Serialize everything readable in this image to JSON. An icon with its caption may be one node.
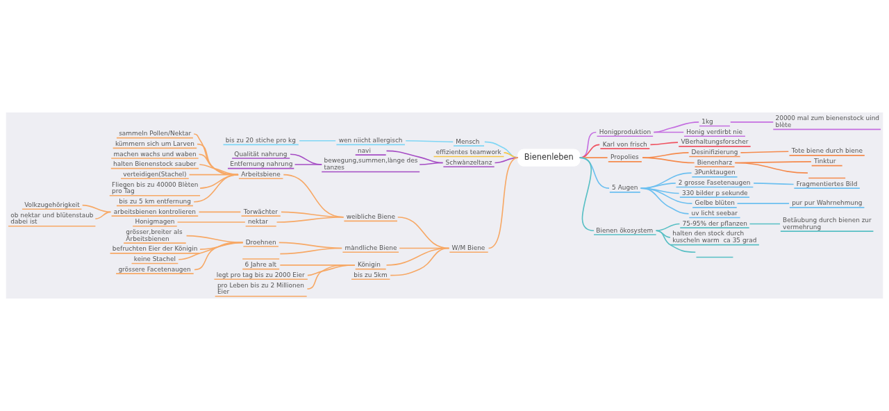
{
  "diagram": {
    "nodes": [
      {
        "text": [
          "Bienenleben"
        ]
      },
      {
        "text": [
          "Mensch"
        ]
      },
      {
        "text": [
          "wen niicht allergisch"
        ]
      },
      {
        "text": [
          "bis zu 20 stiche pro kg"
        ]
      },
      {
        "text": [
          "effizientes teamwork"
        ]
      },
      {
        "text": [
          "Schwànzeltanz"
        ]
      },
      {
        "text": [
          "navi"
        ]
      },
      {
        "text": [
          "bewegung,summen,lànge des tanzes"
        ]
      },
      {
        "text": [
          "Qualität nahrung"
        ]
      },
      {
        "text": [
          "Entfernung nahrung"
        ]
      },
      {
        "text": [
          "W/M Biene"
        ]
      },
      {
        "text": [
          "weibliche Biene"
        ]
      },
      {
        "text": [
          "Arbeitsbiene"
        ]
      },
      {
        "text": [
          "sammeln Pollen/Nektar"
        ]
      },
      {
        "text": [
          "kümmern sich um Larven"
        ]
      },
      {
        "text": [
          "machen wachs und waben"
        ]
      },
      {
        "text": [
          "halten Bienenstock sauber"
        ]
      },
      {
        "text": [
          "verteidigen(Stachel)"
        ]
      },
      {
        "text": [
          "Fliegen bis zu 40000 Blèten pro Tag"
        ]
      },
      {
        "text": [
          "bis zu 5 km entfernung"
        ]
      },
      {
        "text": [
          "Torwächter"
        ]
      },
      {
        "text": [
          "arbeitsbienen kontrolieren"
        ]
      },
      {
        "text": [
          "Volkzugehörigkeit"
        ]
      },
      {
        "text": [
          "ob nektar und blütenstaub dabei ist"
        ]
      },
      {
        "text": [
          "nektar"
        ]
      },
      {
        "text": [
          "Honigmagen"
        ]
      },
      {
        "text": [
          "màndliche Biene"
        ]
      },
      {
        "text": [
          "Droehnen"
        ]
      },
      {
        "text": [
          "grösser,breiter als Arbeitsbienen"
        ]
      },
      {
        "text": [
          "befruchten Eier der Königin"
        ]
      },
      {
        "text": [
          "keine Stachel"
        ]
      },
      {
        "text": [
          "grössere Facetenaugen"
        ]
      },
      {
        "text": [],
        "shape": "line"
      },
      {
        "text": [
          "Königin"
        ]
      },
      {
        "text": [
          "6 Jahre alt"
        ]
      },
      {
        "text": [
          "legt pro tag bis zu 2000 Eier"
        ]
      },
      {
        "text": [
          "pro Leben bis zu 2 Millionen Eier"
        ]
      },
      {
        "text": [
          "bis zu 5km"
        ]
      },
      {
        "text": [
          "Honigproduktion"
        ]
      },
      {
        "text": [
          "1kg"
        ]
      },
      {
        "text": [
          "20000 mal zum bienenstock uind blète"
        ]
      },
      {
        "text": [
          "Honig verdirbt nie"
        ]
      },
      {
        "text": [
          "Karl von frisch"
        ]
      },
      {
        "text": [
          "VBerhaltungsforscher"
        ]
      },
      {
        "text": [
          "Propolies"
        ]
      },
      {
        "text": [
          "Desinifizierung"
        ]
      },
      {
        "text": [
          "Tote biene durch biene"
        ]
      },
      {
        "text": [
          "Bienenharz"
        ]
      },
      {
        "text": [
          "Tinktur"
        ]
      },
      {
        "text": [],
        "shape": "line"
      },
      {
        "text": [
          "5 Augen"
        ]
      },
      {
        "text": [
          "3Punktaugen"
        ]
      },
      {
        "text": [
          "2 grosse Fasetenaugen"
        ]
      },
      {
        "text": [
          "Fragmentiertes Bild"
        ]
      },
      {
        "text": [
          "330 bilder p sekunde"
        ]
      },
      {
        "text": [
          "Gelbe blüten"
        ]
      },
      {
        "text": [
          "pur pur Wahrnehmung"
        ]
      },
      {
        "text": [
          "uv licht seebar"
        ]
      },
      {
        "text": [
          "Bienen ökosystem"
        ]
      },
      {
        "text": [
          "75-95% der pflanzen"
        ]
      },
      {
        "text": [
          "Betäubung durch bienen zur vermehrung"
        ]
      },
      {
        "text": [
          "halten den stock durch kuscheln warm  ca 35 grad"
        ]
      },
      {
        "text": [],
        "shape": "line"
      }
    ],
    "edges": [
      {
        "from": 1,
        "to": 0,
        "arrow": "none",
        "color": "#7fd6f5"
      },
      {
        "from": 2,
        "to": 1,
        "arrow": "none",
        "color": "#7fd6f5"
      },
      {
        "from": 3,
        "to": 2,
        "arrow": "none",
        "color": "#7fd6f5"
      },
      {
        "from": 4,
        "to": 0,
        "arrow": "none",
        "color": "#f5c644"
      },
      {
        "from": 5,
        "to": 0,
        "arrow": "none",
        "color": "#a54cc4"
      },
      {
        "from": 6,
        "to": 5,
        "arrow": "none",
        "color": "#a54cc4"
      },
      {
        "from": 7,
        "to": 5,
        "arrow": "none",
        "color": "#a54cc4"
      },
      {
        "from": 8,
        "to": 7,
        "arrow": "none",
        "color": "#a54cc4"
      },
      {
        "from": 9,
        "to": 7,
        "arrow": "none",
        "color": "#a54cc4"
      },
      {
        "from": 10,
        "to": 0,
        "arrow": "none"
      },
      {
        "from": 11,
        "to": 10,
        "arrow": "none"
      },
      {
        "from": 12,
        "to": 11,
        "arrow": "none"
      },
      {
        "from": 13,
        "to": 12,
        "arrow": "none"
      },
      {
        "from": 14,
        "to": 12,
        "arrow": "none"
      },
      {
        "from": 15,
        "to": 12,
        "arrow": "none"
      },
      {
        "from": 16,
        "to": 12,
        "arrow": "none"
      },
      {
        "from": 17,
        "to": 12,
        "arrow": "none"
      },
      {
        "from": 18,
        "to": 12,
        "arrow": "none"
      },
      {
        "from": 19,
        "to": 12,
        "arrow": "none"
      },
      {
        "from": 20,
        "to": 11,
        "arrow": "none"
      },
      {
        "from": 21,
        "to": 20,
        "arrow": "none"
      },
      {
        "from": 22,
        "to": 21,
        "arrow": "none"
      },
      {
        "from": 23,
        "to": 21,
        "arrow": "none"
      },
      {
        "from": 24,
        "to": 11,
        "arrow": "none"
      },
      {
        "from": 25,
        "to": 24,
        "arrow": "none"
      },
      {
        "from": 26,
        "to": 10,
        "arrow": "none"
      },
      {
        "from": 27,
        "to": 26,
        "arrow": "none"
      },
      {
        "from": 28,
        "to": 27,
        "arrow": "none"
      },
      {
        "from": 29,
        "to": 27,
        "arrow": "none"
      },
      {
        "from": 30,
        "to": 27,
        "arrow": "none"
      },
      {
        "from": 31,
        "to": 27,
        "arrow": "none"
      },
      {
        "from": 32,
        "to": 26,
        "arrow": "none"
      },
      {
        "from": 33,
        "to": 10,
        "arrow": "none"
      },
      {
        "from": 34,
        "to": 33,
        "arrow": "none"
      },
      {
        "from": 35,
        "to": 33,
        "arrow": "none"
      },
      {
        "from": 36,
        "to": 33,
        "arrow": "none"
      },
      {
        "from": 37,
        "to": 10,
        "arrow": "none"
      },
      {
        "from": 0,
        "to": 38,
        "arrow": "none",
        "color": "#c46ee0"
      },
      {
        "from": 38,
        "to": 39,
        "arrow": "none",
        "color": "#c46ee0"
      },
      {
        "from": 39,
        "to": 40,
        "arrow": "none",
        "color": "#c46ee0"
      },
      {
        "from": 38,
        "to": 41,
        "arrow": "none",
        "color": "#c46ee0"
      },
      {
        "from": 0,
        "to": 42,
        "arrow": "none",
        "color": "#ef5361"
      },
      {
        "from": 42,
        "to": 43,
        "arrow": "none",
        "color": "#ef5361"
      },
      {
        "from": 0,
        "to": 44,
        "arrow": "none",
        "color": "#f58a4c"
      },
      {
        "from": 44,
        "to": 45,
        "arrow": "none",
        "color": "#f58a4c"
      },
      {
        "from": 45,
        "to": 46,
        "arrow": "none",
        "color": "#f58a4c"
      },
      {
        "from": 44,
        "to": 47,
        "arrow": "none",
        "color": "#f58a4c"
      },
      {
        "from": 47,
        "to": 48,
        "arrow": "none",
        "color": "#f58a4c"
      },
      {
        "from": 47,
        "to": 49,
        "arrow": "none",
        "color": "#f58a4c"
      },
      {
        "from": 0,
        "to": 50,
        "arrow": "none",
        "color": "#6bbff0"
      },
      {
        "from": 50,
        "to": 51,
        "arrow": "none",
        "color": "#6bbff0"
      },
      {
        "from": 50,
        "to": 52,
        "arrow": "none",
        "color": "#6bbff0"
      },
      {
        "from": 52,
        "to": 53,
        "arrow": "none",
        "color": "#6bbff0"
      },
      {
        "from": 50,
        "to": 54,
        "arrow": "none",
        "color": "#6bbff0"
      },
      {
        "from": 50,
        "to": 55,
        "arrow": "none",
        "color": "#6bbff0"
      },
      {
        "from": 55,
        "to": 56,
        "arrow": "none",
        "color": "#6bbff0"
      },
      {
        "from": 50,
        "to": 57,
        "arrow": "none",
        "color": "#6bbff0"
      },
      {
        "from": 0,
        "to": 58,
        "arrow": "none",
        "color": "#57bfc4"
      },
      {
        "from": 58,
        "to": 59,
        "arrow": "none",
        "color": "#57bfc4"
      },
      {
        "from": 59,
        "to": 60,
        "arrow": "none",
        "color": "#57bfc4"
      },
      {
        "from": 58,
        "to": 61,
        "arrow": "none",
        "color": "#57bfc4"
      },
      {
        "from": 58,
        "to": 62,
        "arrow": "none",
        "color": "#57bfc4"
      }
    ]
  }
}
